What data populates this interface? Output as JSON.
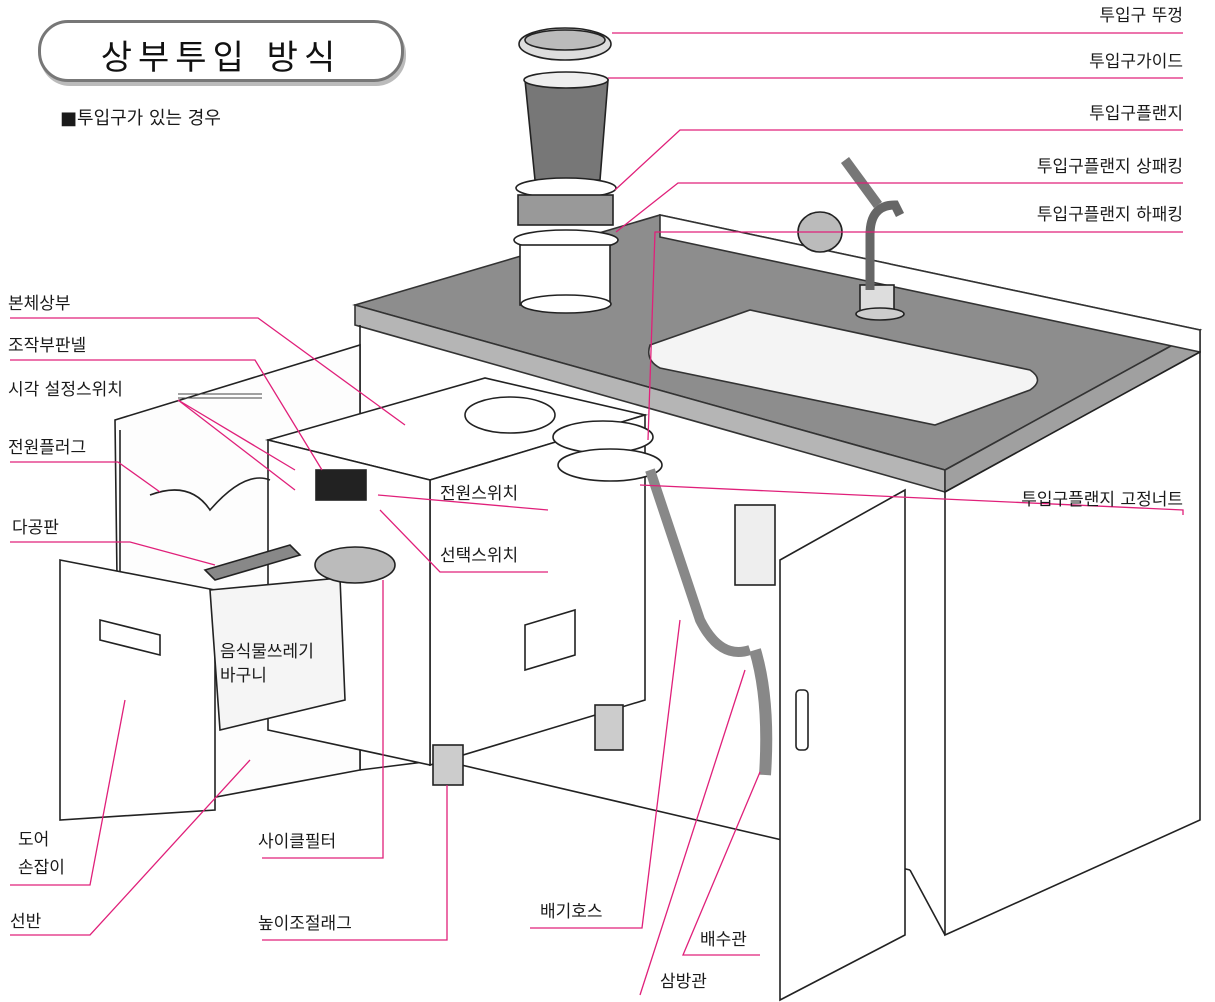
{
  "title": "상부투입 방식",
  "subtitle": "■투입구가 있는 경우",
  "labels": {
    "inlet_cover": "투입구 뚜껑",
    "inlet_guide": "투입구가이드",
    "inlet_flange": "투입구플랜지",
    "flange_upper_packing": "투입구플랜지 상패킹",
    "flange_lower_packing": "투입구플랜지 하패킹",
    "body_top": "본체상부",
    "control_panel": "조작부판넬",
    "time_switch": "시각 설정스위치",
    "power_plug": "전원플러그",
    "perforated_plate": "다공판",
    "power_switch": "전원스위치",
    "select_switch": "선택스위치",
    "flange_nut": "투입구플랜지 고정너트",
    "basket_line1": "음식물쓰레기",
    "basket_line2": "바구니",
    "door_handle_line1": "도어",
    "door_handle_line2": "손잡이",
    "shelf": "선반",
    "cycle_filter": "사이클필터",
    "leveling_leg": "높이조절래그",
    "exhaust_hose": "배기호스",
    "drain_pipe": "배수관",
    "three_way_pipe": "삼방관"
  },
  "colors": {
    "leader_line": "#e0207a",
    "outline": "#222222",
    "counter": "#8a8a8a",
    "title_border": "#777777"
  }
}
